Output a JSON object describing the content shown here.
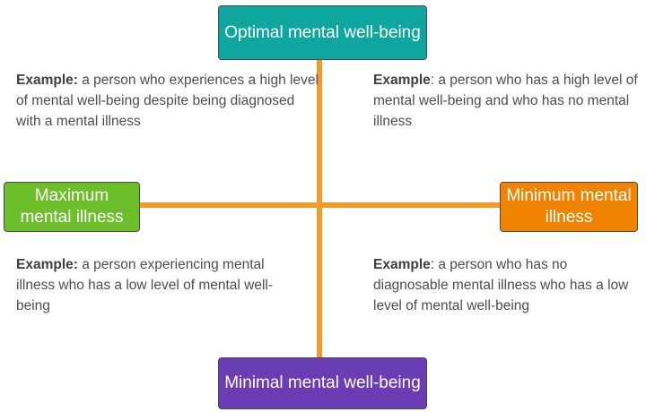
{
  "colors": {
    "axis": "#f39a2b",
    "optimal_wellbeing": "#0fa6a0",
    "minimal_wellbeing": "#6a3db5",
    "maximum_illness": "#6cbf2b",
    "minimum_illness": "#f08300",
    "text": "#4d4d4d"
  },
  "nodes": {
    "top": {
      "label": "Optimal mental well-being"
    },
    "bottom": {
      "label": "Minimal mental well-being"
    },
    "left": {
      "label": "Maximum mental illness"
    },
    "right": {
      "label": "Minimum mental illness"
    }
  },
  "quadrants": {
    "top_left": {
      "prefix": "Example:",
      "text": " a person who experiences a high level of mental well-being despite being diagnosed with a mental illness"
    },
    "top_right": {
      "prefix": "Example",
      "text": ": a person who has a high level of mental well-being and who has no mental illness"
    },
    "bottom_left": {
      "prefix": "Example:",
      "text": " a person experiencing mental illness who has a low level of mental well-being"
    },
    "bottom_right": {
      "prefix": "Example",
      "text": ": a person who has no diagnosable mental illness who has a low level of mental well-being"
    }
  }
}
